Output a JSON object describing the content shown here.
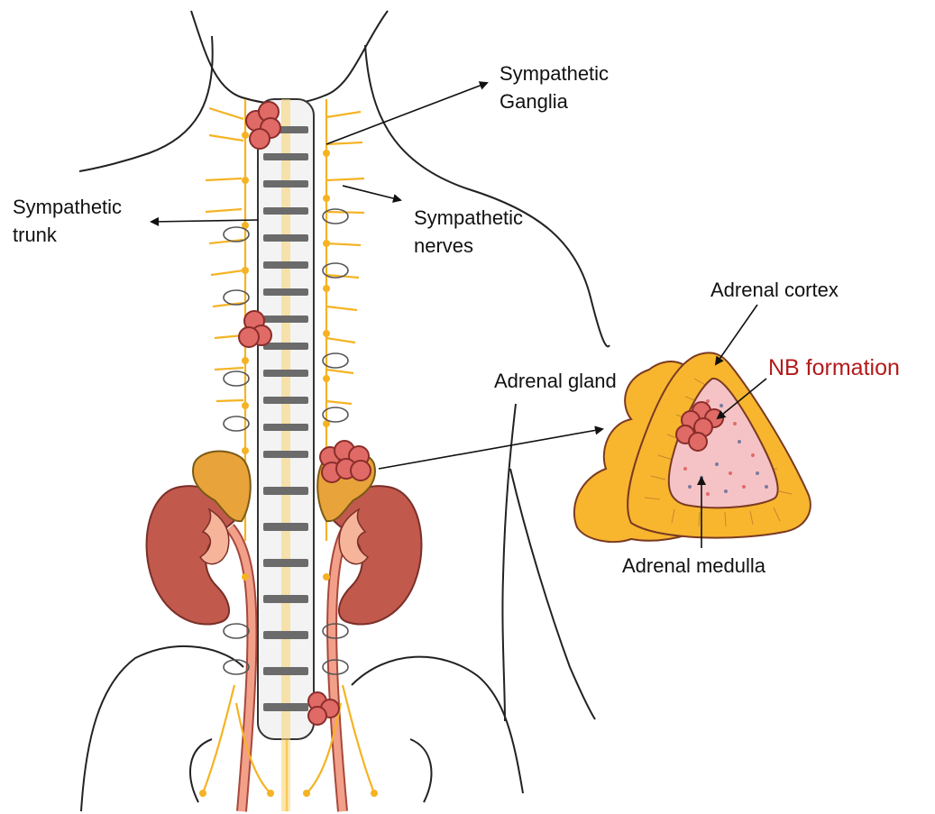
{
  "labels": {
    "sympathetic_ganglia": [
      "Sympathetic",
      "Ganglia"
    ],
    "sympathetic_trunk": [
      "Sympathetic",
      "trunk"
    ],
    "sympathetic_nerves": [
      "Sympathetic",
      "nerves"
    ],
    "adrenal_cortex": "Adrenal cortex",
    "adrenal_gland": "Adrenal gland",
    "nb_formation": "NB formation",
    "adrenal_medulla": "Adrenal medulla"
  },
  "colors": {
    "nerve": "#f5b324",
    "nerve_light": "#f9d57a",
    "tumor_fill": "#e06a66",
    "tumor_stroke": "#8a2d2a",
    "kidney": "#c1594d",
    "kidney_stroke": "#7a2f28",
    "adrenal": "#e8a33a",
    "adrenal_cortex": "#f7b62e",
    "medulla": "#f5c3c6",
    "vessel": "#f2a08a",
    "outline": "#333333",
    "nb_text": "#b31b1b",
    "vertebra": "#d9d9d9",
    "vertebra_band": "#6b6b6b"
  }
}
